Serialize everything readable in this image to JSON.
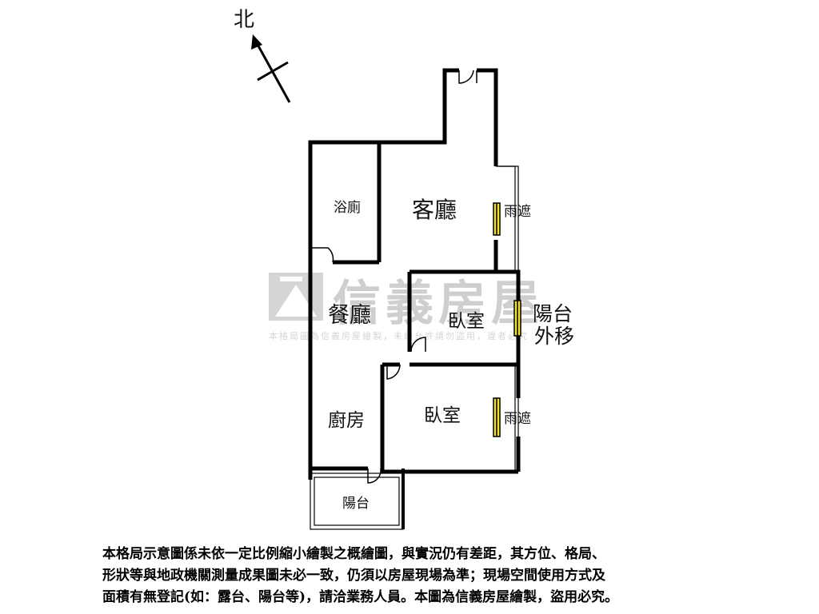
{
  "compass": {
    "label": "北"
  },
  "rooms": {
    "bath": "浴廁",
    "living": "客廳",
    "dining": "餐廳",
    "bedroom1": "臥室",
    "bedroom2": "臥室",
    "kitchen": "廚房",
    "balcony_small": "陽台",
    "balcony_moved_1": "陽台",
    "balcony_moved_2": "外移",
    "awning_1": "雨遮",
    "awning_2": "雨遮"
  },
  "watermark": {
    "brand": "信義房屋",
    "notice": "本格局圖為信義房屋繪製，未經允許請勿盜用，違者必究"
  },
  "disclaimer": {
    "line1": "本格局示意圖係未依一定比例縮小繪製之概繪圖，與實況仍有差距，其方位、格局、",
    "line2": "形狀等與地政機關測量成果圖未必一致，仍須以房屋現場為準；現場空間使用方式及",
    "line3": "面積有無登記(如：露台、陽台等)，請洽業務人員。本圖為信義房屋繪製，盜用必究。"
  }
}
